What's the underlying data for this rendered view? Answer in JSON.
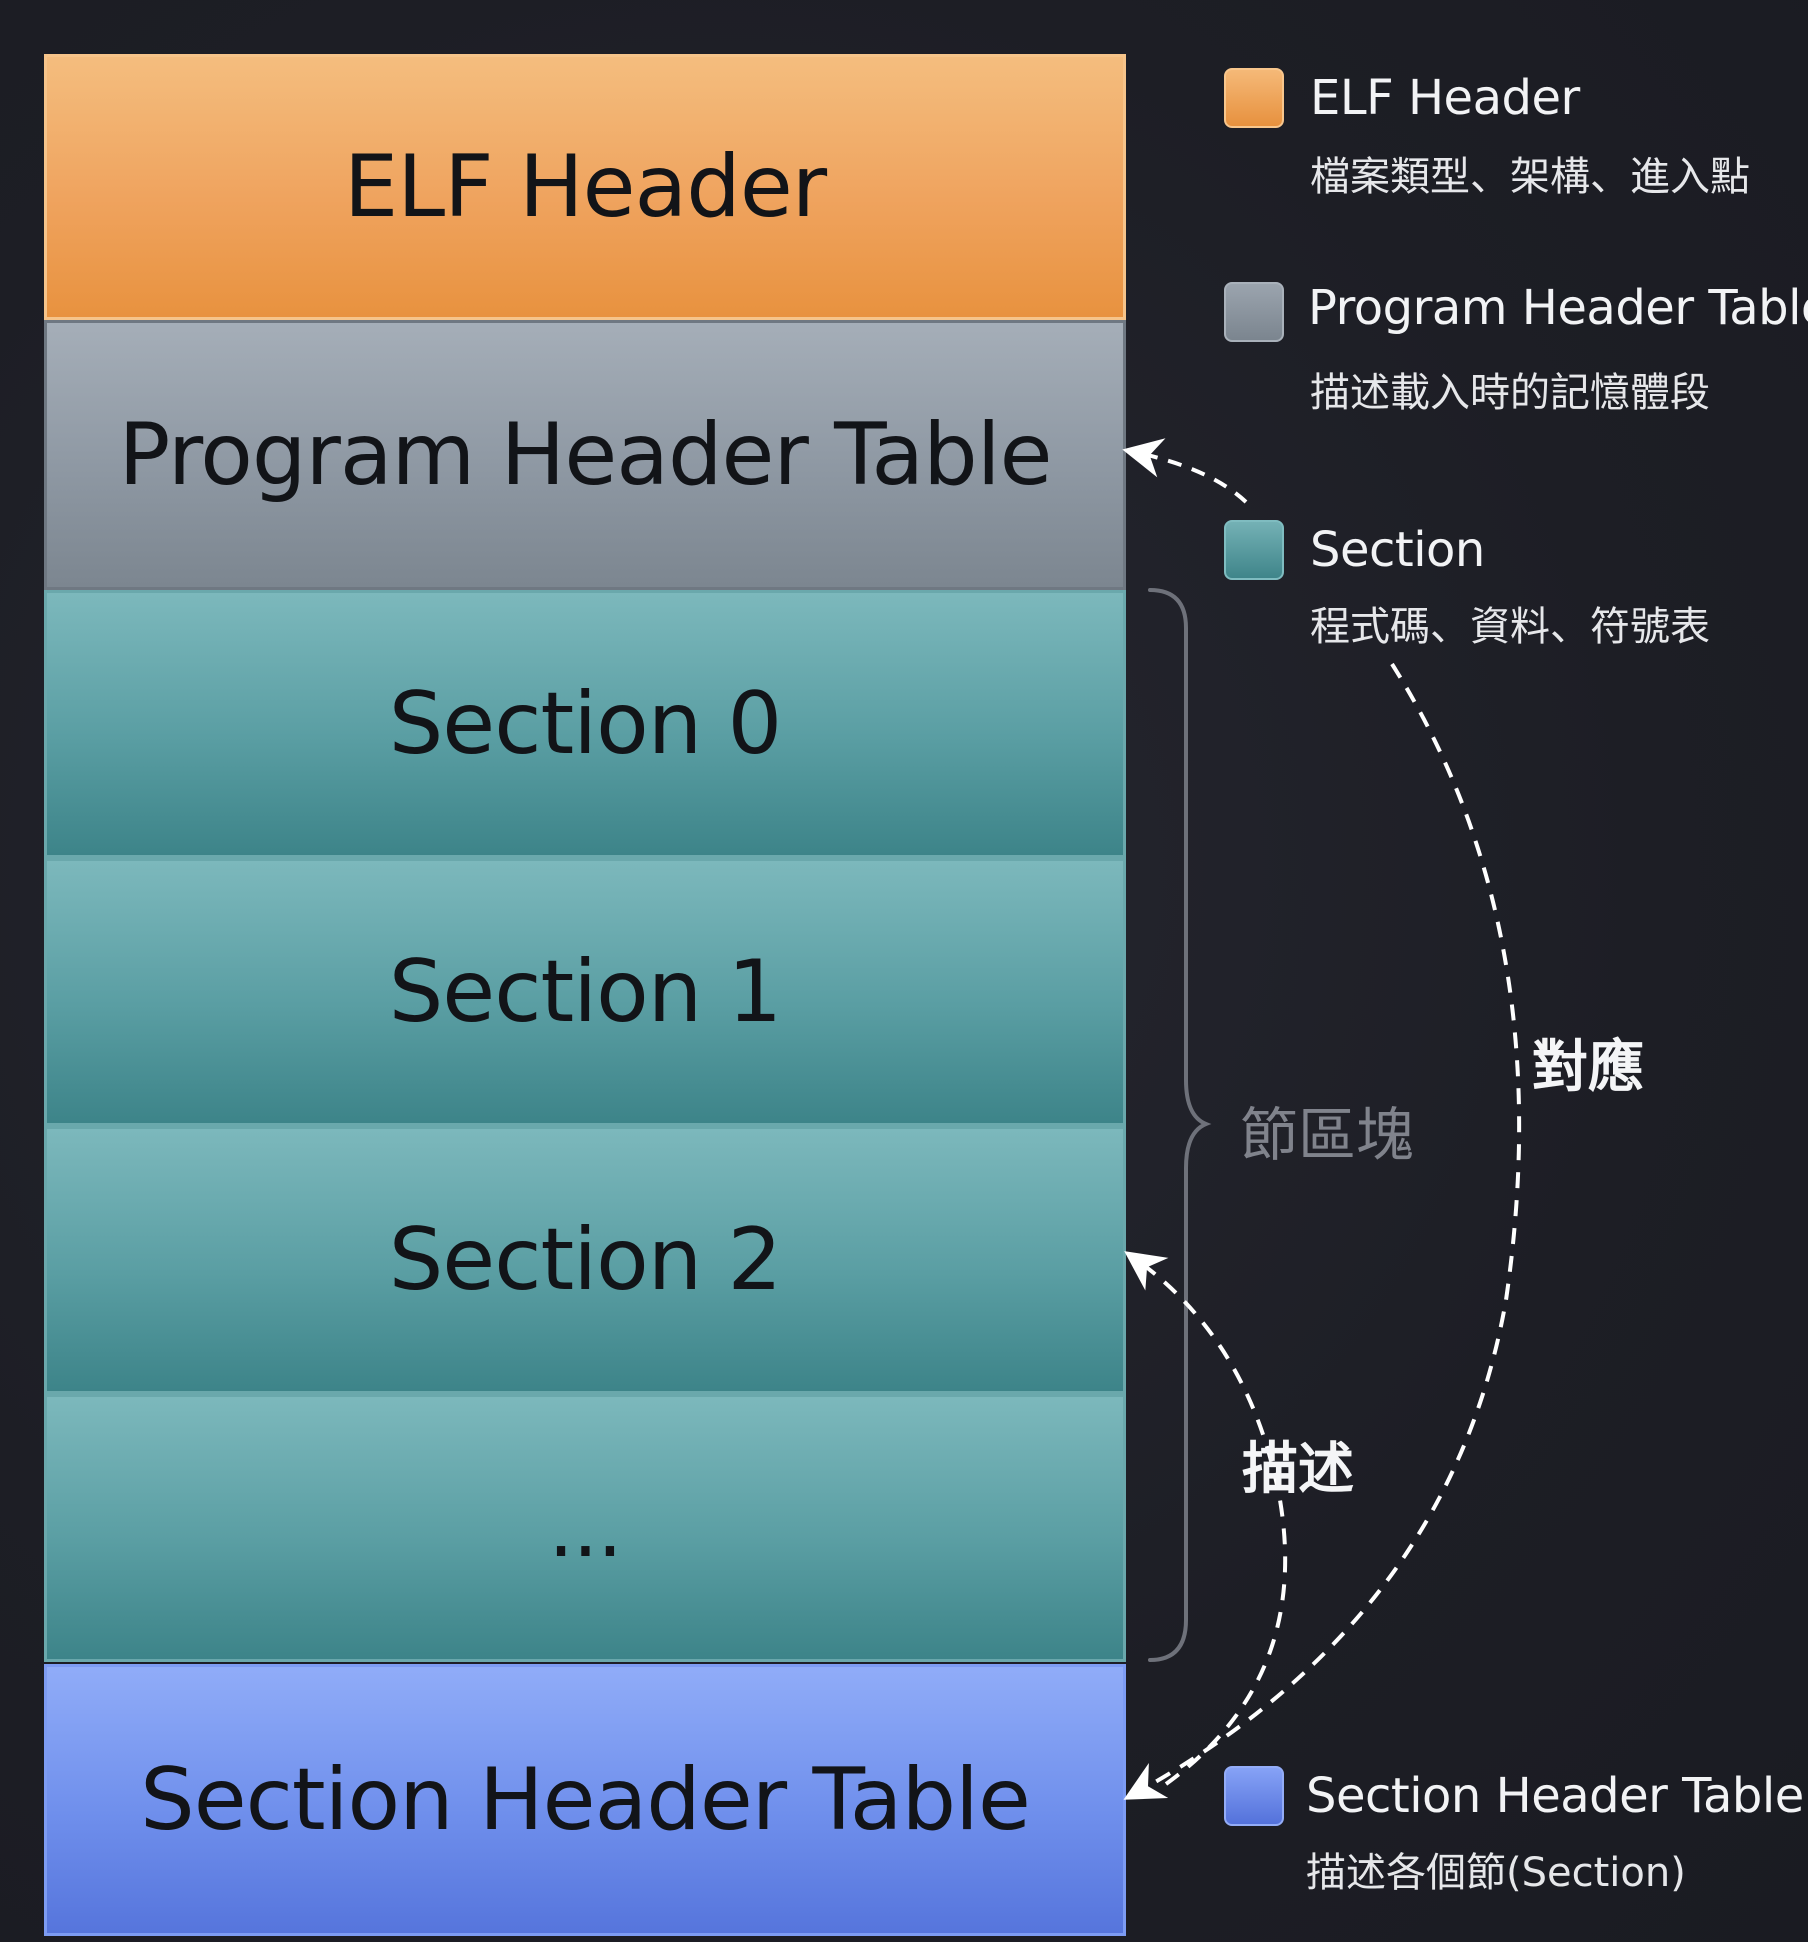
{
  "blocks": {
    "elf_header": "ELF Header",
    "program_header_table": "Program Header Table",
    "section0": "Section 0",
    "section1": "Section 1",
    "section2": "Section 2",
    "section_more": "...",
    "section_header_table": "Section Header Table"
  },
  "legend": {
    "elf": {
      "title": "ELF Header",
      "desc": "檔案類型、架構、進入點"
    },
    "pht": {
      "title": "Program Header Table",
      "desc": "描述載入時的記憶體段"
    },
    "sec": {
      "title": "Section",
      "desc": "程式碼、資料、符號表"
    },
    "sht": {
      "title": "Section Header Table",
      "desc": "描述各個節(Section)"
    }
  },
  "annotations": {
    "brace_label": "節區塊",
    "correspond_label": "對應",
    "describe_label": "描述"
  },
  "colors": {
    "background": "#1e1f26",
    "elf_header": "#efa35e",
    "program_header_table": "#8e98a3",
    "section": "#5a9ea3",
    "section_header_table": "#6f8fec",
    "arrow": "#ffffff",
    "brace": "#6e717a"
  }
}
